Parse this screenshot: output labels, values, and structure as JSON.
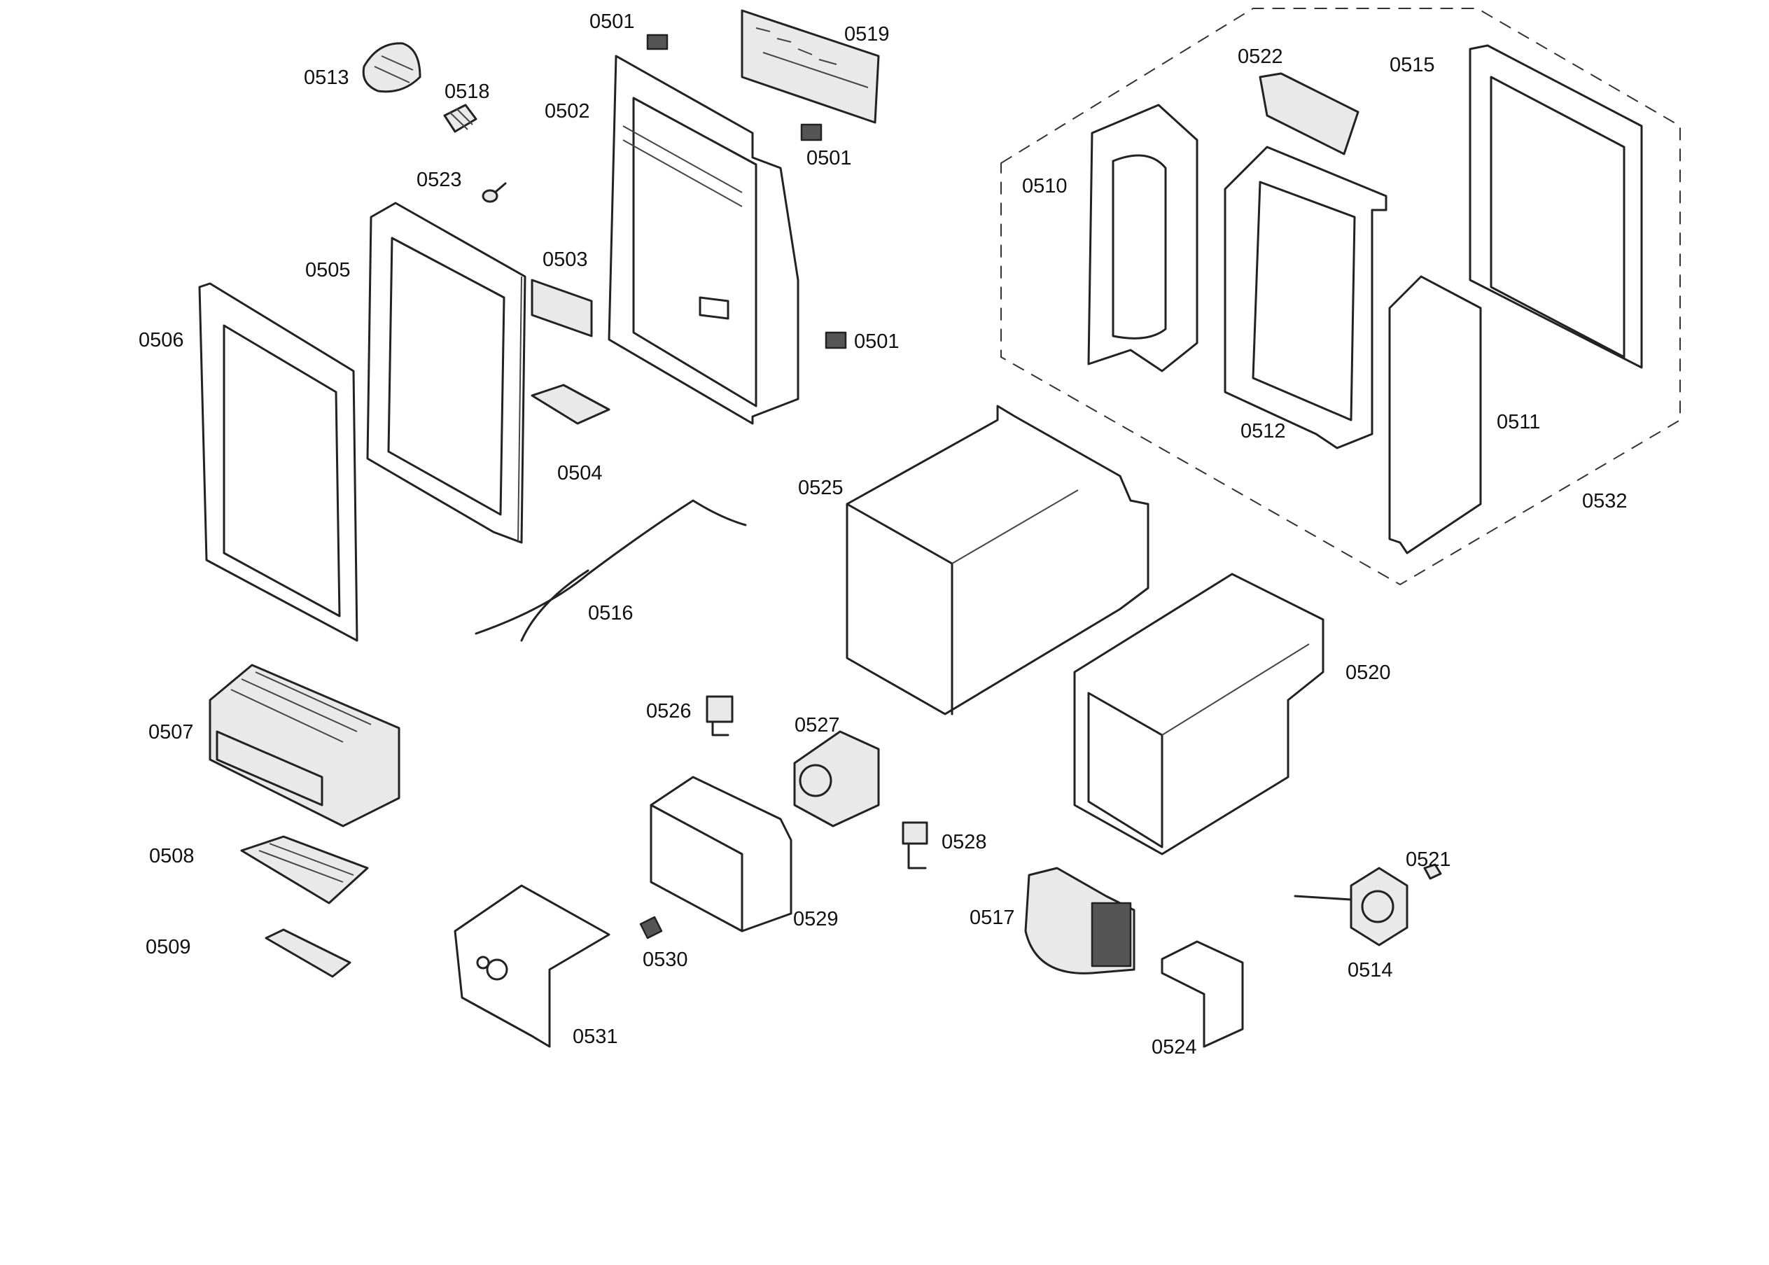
{
  "labels": {
    "p0501a": "0501",
    "p0501b": "0501",
    "p0501c": "0501",
    "p0502": "0502",
    "p0503": "0503",
    "p0504": "0504",
    "p0505": "0505",
    "p0506": "0506",
    "p0507": "0507",
    "p0508": "0508",
    "p0509": "0509",
    "p0510": "0510",
    "p0511": "0511",
    "p0512": "0512",
    "p0513": "0513",
    "p0514": "0514",
    "p0515": "0515",
    "p0516": "0516",
    "p0517": "0517",
    "p0518": "0518",
    "p0519": "0519",
    "p0520": "0520",
    "p0521": "0521",
    "p0522": "0522",
    "p0523": "0523",
    "p0524": "0524",
    "p0525": "0525",
    "p0526": "0526",
    "p0527": "0527",
    "p0528": "0528",
    "p0529": "0529",
    "p0530": "0530",
    "p0531": "0531",
    "p0532": "0532"
  }
}
